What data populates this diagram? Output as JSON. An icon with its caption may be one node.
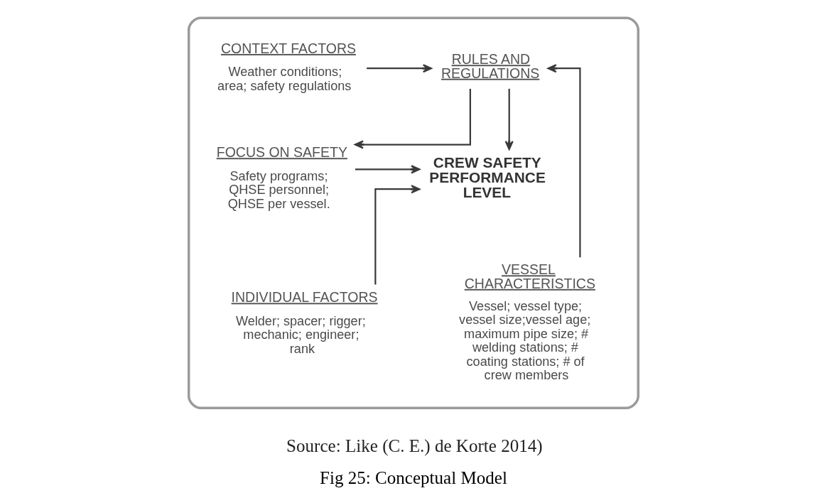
{
  "diagram": {
    "caption": "Fig 25: Conceptual Model",
    "nodes": [
      {
        "text": [],
        "shape": "box"
      },
      {
        "text": [
          "CONTEXT FACTORS",
          "Weather conditions; area; safety regulations"
        ],
        "in": 0
      },
      {
        "text": [
          "RULES AND REGULATIONS"
        ],
        "in": 0
      },
      {
        "text": [
          "FOCUS ON SAFETY",
          "Safety programs; QHSE personnel; QHSE per vessel."
        ],
        "in": 0
      },
      {
        "text": [
          "CREW SAFETY PERFORMANCE LEVEL"
        ],
        "in": 0
      },
      {
        "text": [
          "INDIVIDUAL FACTORS",
          "Welder; spacer; rigger; mechanic; engineer; rank"
        ],
        "in": 0
      },
      {
        "text": [
          "VESSEL CHARACTERISTICS",
          "Vessel; vessel type; vessel size;vessel age; maximum pipe size; # welding stations; # coating stations; # of crew members"
        ],
        "in": 0
      }
    ],
    "edges": [
      {
        "from": 1,
        "to": 2,
        "arrow": "to"
      },
      {
        "from": 2,
        "to": 3,
        "arrow": "to"
      },
      {
        "from": 2,
        "to": 4,
        "arrow": "to"
      },
      {
        "from": 3,
        "to": 4,
        "arrow": "to"
      },
      {
        "from": 5,
        "to": 4,
        "arrow": "to"
      },
      {
        "from": 6,
        "to": 2,
        "arrow": "to"
      }
    ],
    "labels": [
      "Source: Like (C. E.) de Korte 2014)"
    ]
  }
}
